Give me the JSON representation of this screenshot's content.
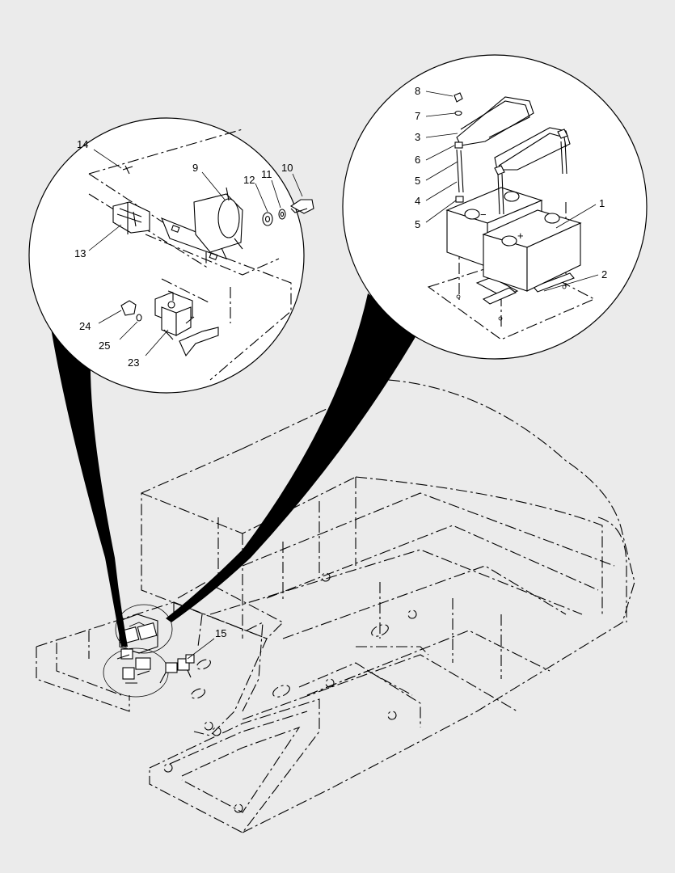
{
  "callouts": {
    "c1": "1",
    "c2": "2",
    "c3": "3",
    "c4": "4",
    "c5a": "5",
    "c5b": "5",
    "c6": "6",
    "c7": "7",
    "c8": "8",
    "c9": "9",
    "c10": "10",
    "c11": "11",
    "c12": "12",
    "c13": "13",
    "c14": "14",
    "c15": "15",
    "c23": "23",
    "c24": "24",
    "c25": "25"
  },
  "battery_marks": {
    "minus": "−",
    "plus": "+"
  },
  "colors": {
    "background": "#ebebeb",
    "line": "#000000",
    "fill": "#ffffff"
  }
}
